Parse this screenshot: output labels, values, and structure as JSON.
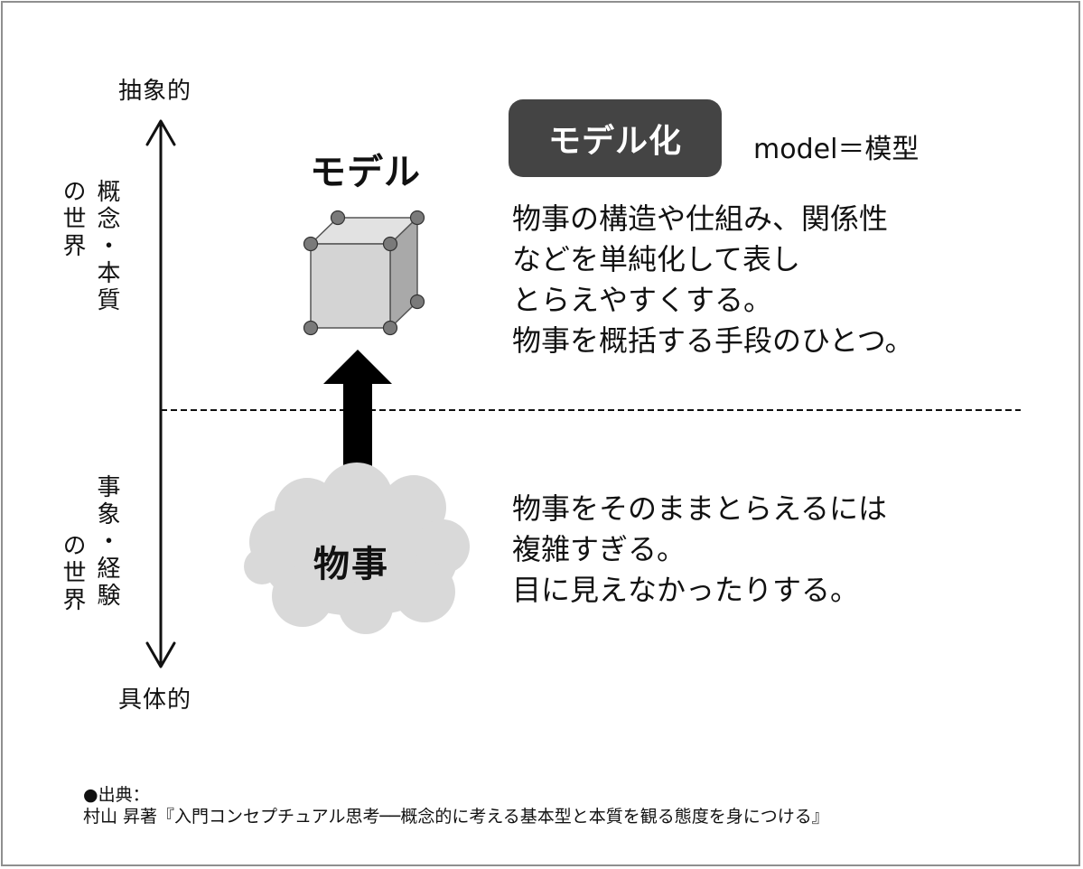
{
  "axis": {
    "top_label": "抽象的",
    "bottom_label": "具体的",
    "upper_side_col1": "概念・本質",
    "upper_side_col2": "の世界",
    "lower_side_col1": "事象・経験",
    "lower_side_col2": "の世界"
  },
  "model": {
    "title": "モデル",
    "badge": "モデル化",
    "definition": "model＝模型",
    "description": [
      "物事の構造や仕組み、関係性",
      "などを単純化して表し",
      "とらえやすくする。",
      "物事を概括する手段のひとつ。"
    ]
  },
  "things": {
    "label": "物事",
    "description": [
      "物事をそのままとらえるには",
      "複雑すぎる。",
      "目に見えなかったりする。"
    ]
  },
  "source": {
    "heading": "●出典：",
    "citation": "村山 昇著『入門コンセプチュアル思考──概念的に考える基本型と本質を観る態度を身につける』"
  },
  "colors": {
    "badge_bg": "#444444",
    "cloud_fill": "#d9d9d9",
    "cube_front": "#d4d4d4",
    "cube_side": "#a9a9a9",
    "frame": "#8f8f8f"
  }
}
